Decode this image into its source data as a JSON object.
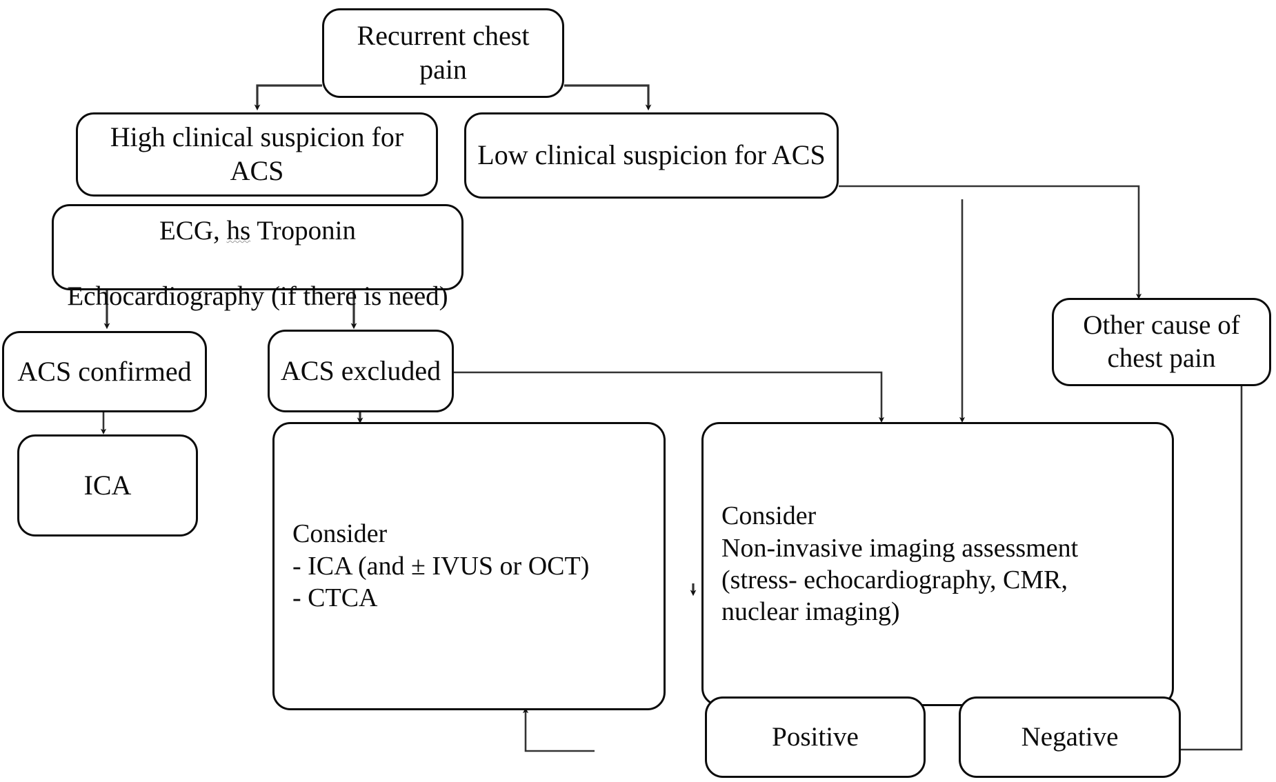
{
  "diagram": {
    "title": "Recurrent chest pain diagnostic algorithm",
    "nodes": {
      "recurrent_chest_pain": {
        "label": "Recurrent chest pain"
      },
      "high_suspicion": {
        "label": "High clinical suspicion for ACS"
      },
      "low_suspicion": {
        "label": "Low clinical suspicion for ACS"
      },
      "workup": {
        "line1_pre": "ECG, ",
        "line1_spell": "hs",
        "line1_post": " Troponin",
        "line2": "Echocardiography (if there is need)"
      },
      "acs_confirmed": {
        "label": "ACS confirmed"
      },
      "acs_excluded": {
        "label": "ACS excluded"
      },
      "ica": {
        "label": "ICA"
      },
      "consider_invasive": {
        "label": "Consider\n- ICA (and ± IVUS or OCT)\n- CTCA"
      },
      "consider_noninvasive": {
        "label": "Consider\nNon-invasive imaging assessment\n(stress- echocardiography, CMR,\nnuclear imaging)"
      },
      "positive": {
        "label": "Positive"
      },
      "negative": {
        "label": "Negative"
      },
      "other_cause": {
        "label": "Other cause of\nchest pain"
      }
    },
    "edges": [
      {
        "from": "recurrent_chest_pain",
        "to": "high_suspicion",
        "arrow": true
      },
      {
        "from": "recurrent_chest_pain",
        "to": "low_suspicion",
        "arrow": true
      },
      {
        "from": "workup",
        "to": "acs_confirmed",
        "arrow": true
      },
      {
        "from": "workup",
        "to": "acs_excluded",
        "arrow": true
      },
      {
        "from": "acs_confirmed",
        "to": "ica",
        "arrow": true
      },
      {
        "from": "acs_excluded",
        "to": "consider_invasive",
        "arrow": true
      },
      {
        "from": "acs_excluded",
        "to": "consider_noninvasive",
        "arrow": true
      },
      {
        "from": "low_suspicion",
        "to": "consider_noninvasive",
        "arrow": true
      },
      {
        "from": "low_suspicion",
        "to": "other_cause",
        "arrow": true
      },
      {
        "from": "consider_noninvasive",
        "to": "positive",
        "arrow": true
      },
      {
        "from": "consider_noninvasive",
        "to": "negative",
        "arrow": true
      },
      {
        "from": "positive",
        "to": "consider_invasive",
        "arrow": true
      },
      {
        "from": "negative",
        "to": "other_cause",
        "arrow": true
      }
    ],
    "colors": {
      "stroke": "#0b0b0b",
      "edge_stroke": "#333333",
      "background": "#ffffff",
      "text": "#0b0b0b"
    }
  }
}
